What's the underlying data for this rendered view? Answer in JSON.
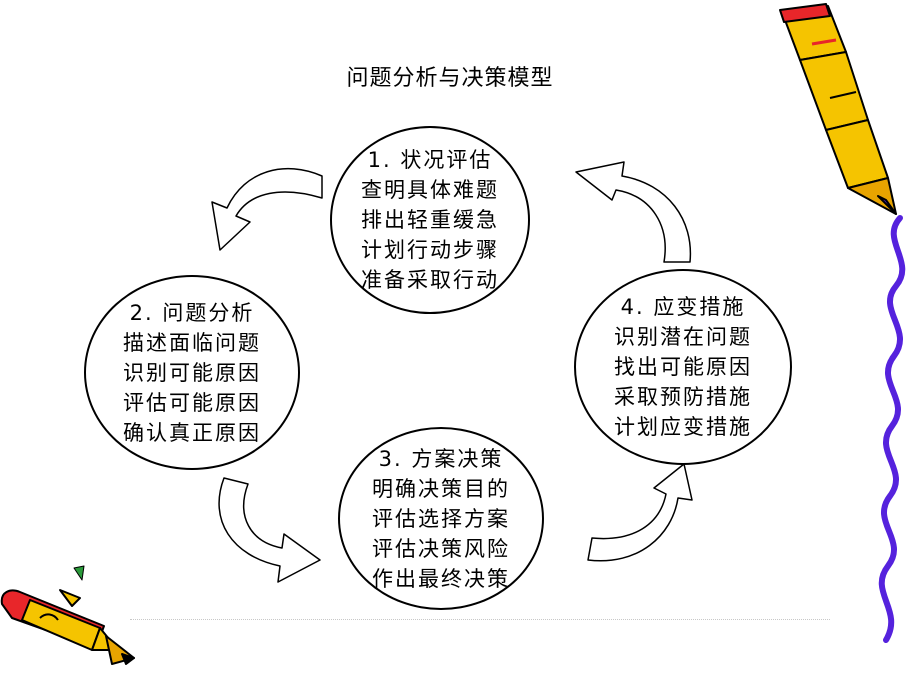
{
  "diagram": {
    "title": "问题分析与决策模型",
    "nodes": [
      {
        "heading": "1. 状况评估",
        "items": [
          "查明具体难题",
          "排出轻重缓急",
          "计划行动步骤",
          "准备采取行动"
        ]
      },
      {
        "heading": "2. 问题分析",
        "items": [
          "描述面临问题",
          "识别可能原因",
          "评估可能原因",
          "确认真正原因"
        ]
      },
      {
        "heading": "3. 方案决策",
        "items": [
          "明确决策目的",
          "评估选择方案",
          "评估决策风险",
          "作出最终决策"
        ]
      },
      {
        "heading": "4. 应变措施",
        "items": [
          "识别潜在问题",
          "找出可能原因",
          "采取预防措施",
          "计划应变措施"
        ]
      }
    ]
  },
  "colors": {
    "pencil_body": "#f5c400",
    "pencil_tip": "#e8262a",
    "pencil_outline": "#000000",
    "squiggle": "#5522dd"
  },
  "icons": [
    "pencil-top-right",
    "pencil-bottom-left",
    "squiggle-right-edge",
    "curved-arrow"
  ]
}
